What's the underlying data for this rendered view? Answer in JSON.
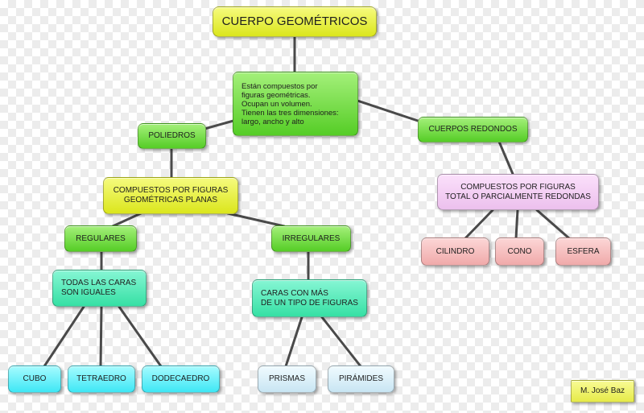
{
  "nodes": {
    "title": "CUERPO GEOMÉTRICOS",
    "definition": "Están compuestos por\nfiguras geométricas.\nOcupan un volumen.\nTienen las tres dimensiones:\nlargo, ancho y alto",
    "poliedros": "POLIEDROS",
    "cuerpos_redondos": "CUERPOS REDONDOS",
    "compuestos_planas": "COMPUESTOS POR FIGURAS\nGEOMÉTRICAS PLANAS",
    "compuestos_redondas": "COMPUESTOS POR FIGURAS\nTOTAL O PARCIALMENTE REDONDAS",
    "regulares": "REGULARES",
    "irregulares": "IRREGULARES",
    "caras_iguales": "TODAS LAS CARAS\nSON IGUALES",
    "caras_mas_tipo": "CARAS CON MÁS\nDE UN TIPO DE FIGURAS",
    "cilindro": "CILINDRO",
    "cono": "CONO",
    "esfera": "ESFERA",
    "cubo": "CUBO",
    "tetraedro": "TETRAEDRO",
    "dodecaedro": "DODECAEDRO",
    "prismas": "PRISMAS",
    "piramides": "PIRÁMIDES"
  },
  "author": "M. José Baz",
  "colors": {
    "connector": "#4a4a4a"
  }
}
